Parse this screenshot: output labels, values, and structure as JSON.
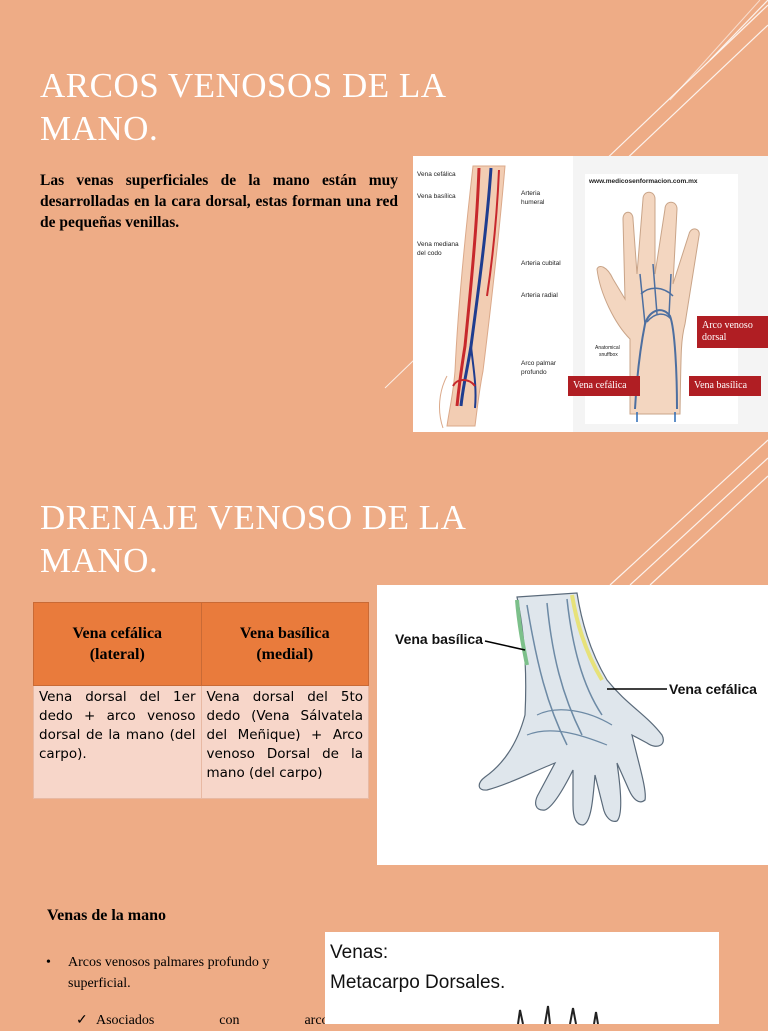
{
  "section1": {
    "title_line1": "ARCOS VENOSOS DE LA",
    "title_line2": "MANO.",
    "intro": "Las venas superficiales de la mano están muy desarrolladas en la cara dorsal, estas forman una red de pequeñas venillas."
  },
  "figure1": {
    "left_labels": {
      "vena_cefalica": "Vena cefálica",
      "vena_basilica": "Vena basílica",
      "vena_mediana_1": "Vena mediana",
      "vena_mediana_2": "del codo",
      "arteria_humeral_1": "Arteria",
      "arteria_humeral_2": "humeral",
      "arteria_cubital": "Arteria cubital",
      "arteria_radial": "Arteria radial",
      "arco_palmar_1": "Arco palmar",
      "arco_palmar_2": "profundo"
    },
    "right": {
      "watermark": "www.medicosenformacion.com.mx",
      "snuffbox_1": "Anatomical",
      "snuffbox_2": "snuffbox",
      "arco_venoso_1": "Arco venoso",
      "arco_venoso_2": "dorsal",
      "vena_cefalica": "Vena cefálica",
      "vena_basilica": "Vena basílica"
    }
  },
  "section2": {
    "title_line1": "DRENAJE VENOSO DE LA",
    "title_line2": "MANO."
  },
  "table": {
    "headers": [
      {
        "line1": "Vena cefálica",
        "line2": "(lateral)"
      },
      {
        "line1": "Vena basílica",
        "line2": "(medial)"
      }
    ],
    "cells": [
      "Vena dorsal del 1er dedo + arco venoso dorsal de la mano (del carpo).",
      "Vena dorsal del 5to dedo (Vena Sálvatela del Meñique) + Arco venoso Dorsal de la mano (del carpo)"
    ]
  },
  "figure2": {
    "label_basilica": "Vena basílica",
    "label_cefalica": "Vena cefálica"
  },
  "section3": {
    "title": "Venas de la mano",
    "bullet1": "Arcos venosos palmares profundo y superficial.",
    "sub1_words": [
      "Asociados",
      "con",
      "arcos"
    ]
  },
  "figure3": {
    "line1": "Venas:",
    "line2": "Metacarpo Dorsales."
  },
  "colors": {
    "background": "#eeac86",
    "header_fill": "#e97b3c",
    "cell_fill": "#f7d6c9",
    "tag_red": "#b01e23"
  }
}
